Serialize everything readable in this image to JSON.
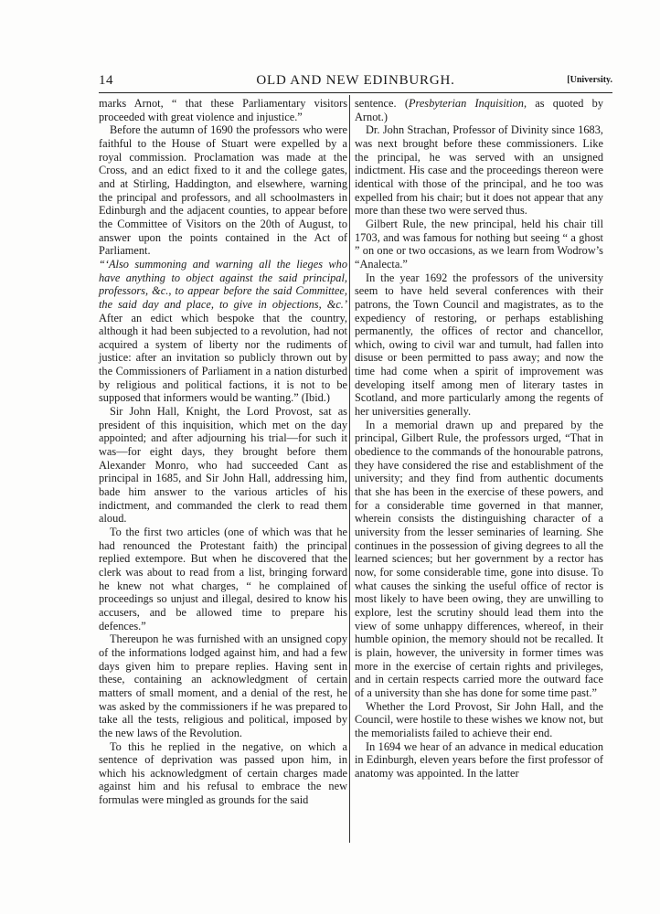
{
  "header": {
    "page_number": "14",
    "running_title": "OLD AND NEW EDINBURGH.",
    "section": "[University."
  },
  "left_column": {
    "paragraphs": [
      {
        "indent": false,
        "text": "marks Arnot, “ that these Parliamentary visitors proceeded with great violence and injustice.”"
      },
      {
        "indent": true,
        "text": "Before the autumn of 1690 the professors who were faithful to the House of Stuart were expelled by a royal commission.  Proclamation was made at the Cross, and an edict fixed to it and the college gates, and at Stirling, Haddington, and elsewhere, warning the principal and professors, and all schoolmasters in Edinburgh and the adjacent counties, to appear before the Committee of Visitors on the 20th of August, to answer upon the points contained in the Act of Parliament."
      },
      {
        "indent": false,
        "italic": true,
        "text": "“‘Also summoning and warning all the lieges who have anything to object against the said principal, professors, &c., to appear before the said Committee, the said day and place, to give in objections, &c.’"
      },
      {
        "indent": false,
        "text": "After an edict which bespoke that the country, although it had been subjected to a revolution, had not acquired a system of liberty nor the rudiments of justice: after an invitation so publicly thrown out by the Commissioners of Parliament in a nation disturbed by religious and political factions, it is not to be supposed that informers would be wanting.”  (Ibid.)"
      },
      {
        "indent": true,
        "text": "Sir John Hall, Knight, the Lord Provost, sat as president of this inquisition, which met on the day appointed; and after adjourning his trial—for such it was—for eight days, they brought before them Alexander Monro, who had succeeded Cant as principal in 1685, and Sir John Hall, addressing him, bade him answer to the various articles of his indictment, and commanded the clerk to read them aloud."
      },
      {
        "indent": true,
        "text": "To the first two articles (one of which was that he had renounced the Protestant faith) the principal replied extempore.  But when he discovered that the clerk was about to read from a list, bringing forward he knew not what charges, “ he complained of proceedings so unjust and illegal, desired to know his accusers, and be allowed time to prepare his defences.”"
      },
      {
        "indent": true,
        "text": "Thereupon he was furnished with an unsigned copy of the informations lodged against him, and had a few days given him to prepare replies. Having sent in these, containing an acknowledgment of certain matters of small moment, and a denial of the rest, he was asked by the commissioners if he was prepared to take all the tests, religious and political, imposed by the new laws of the Revolution."
      },
      {
        "indent": true,
        "text": "To this he replied in the negative, on which a sentence of deprivation was passed upon him, in which his acknowledgment of certain charges made against him and his refusal to embrace the new formulas were mingled as grounds for the said"
      }
    ]
  },
  "right_column": {
    "first_line_prefix": "sentence.  (",
    "first_line_italic": "Presbyterian Inquisition",
    "first_line_suffix": ", as quoted by Arnot.)",
    "paragraphs": [
      {
        "indent": true,
        "text": "Dr. John Strachan, Professor of Divinity since 1683, was next brought before these commissioners. Like the principal, he was served with an unsigned indictment.  His case and the proceedings thereon were identical with those of the principal, and he too was expelled from his chair; but it does not appear that any more than these two were served thus."
      },
      {
        "indent": true,
        "text": "Gilbert Rule, the new principal, held his chair till 1703, and was famous for nothing but seeing “ a ghost ” on one or two occasions, as we learn from Wodrow’s “Analecta.”"
      },
      {
        "indent": true,
        "text": "In the year 1692 the professors of the university seem to have held several conferences with their patrons, the Town Council and magistrates, as to the expediency of restoring, or perhaps establishing permanently, the offices of rector and chancellor, which, owing to civil war and tumult, had fallen into disuse or been permitted to pass away; and now the time had come when a spirit of improvement was developing itself among men of literary tastes in Scotland, and more particularly among the regents of her universities generally."
      },
      {
        "indent": true,
        "text": "In a memorial drawn up and prepared by the principal, Gilbert Rule, the professors urged, “That in obedience to the commands of the honourable patrons, they have considered the rise and establishment of the university; and they find from authentic documents that she has been in the exercise of these powers, and for a considerable time governed in that manner, wherein consists the distinguishing character of a university from the lesser seminaries of learning.  She continues in the possession of giving degrees to all the learned sciences; but her government by a rector has now, for some considerable time, gone into disuse. To what causes the sinking the useful office of rector is most likely to have been owing, they are unwilling to explore, lest the scrutiny should lead them into the view of some unhappy differences, whereof, in their humble opinion, the memory should not be recalled.  It is plain, however, the university in former times was more in the exercise of certain rights and privileges, and in certain respects carried more the outward face of a university than she has done for some time past.”"
      },
      {
        "indent": true,
        "text": "Whether the Lord Provost, Sir John Hall, and the Council, were hostile to these wishes we know not, but the memorialists failed to achieve their end."
      },
      {
        "indent": true,
        "text": "In 1694 we hear of an advance in medical education in Edinburgh, eleven years before the first professor of anatomy was appointed.  In the latter"
      }
    ]
  }
}
